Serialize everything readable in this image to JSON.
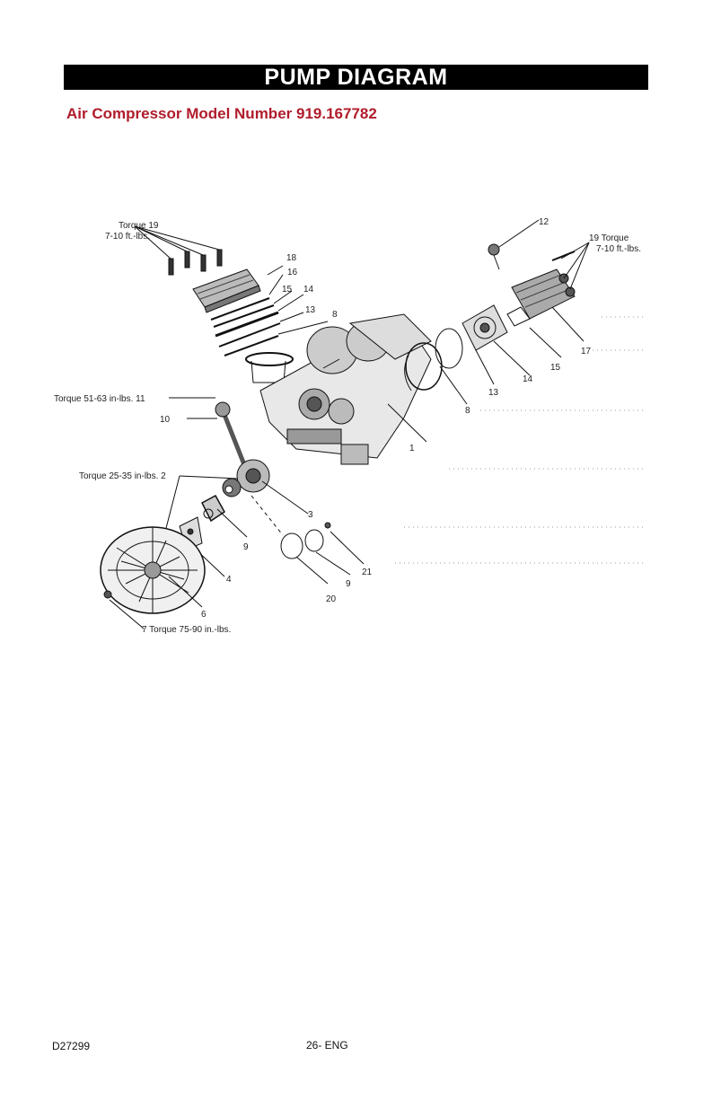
{
  "header": {
    "title": "PUMP DIAGRAM",
    "subtitle": "Air Compressor Model Number 919.167782"
  },
  "diagram": {
    "labels": {
      "torque_19_left_a": "Torque  19",
      "torque_19_left_b": "7-10 ft.-lbs.",
      "torque_19_right_a": "19 Torque",
      "torque_19_right_b": "7-10 ft.-lbs.",
      "torque_11": "Torque 51-63 in-lbs. 11",
      "torque_2": "Torque 25-35 in-lbs. 2",
      "torque_7": "7  Torque 75-90 in.-lbs.",
      "p1": "1",
      "p3": "3",
      "p4": "4",
      "p6": "6",
      "p8a": "8",
      "p8b": "8",
      "p9a": "9",
      "p9b": "9",
      "p10": "10",
      "p12": "12",
      "p13a": "13",
      "p13b": "13",
      "p14a": "14",
      "p14b": "14",
      "p15a": "15",
      "p15b": "15",
      "p16": "16",
      "p17": "17",
      "p18": "18",
      "p20": "20",
      "p21": "21"
    }
  },
  "footer": {
    "doc_number": "D27299",
    "page": "26- ENG"
  }
}
